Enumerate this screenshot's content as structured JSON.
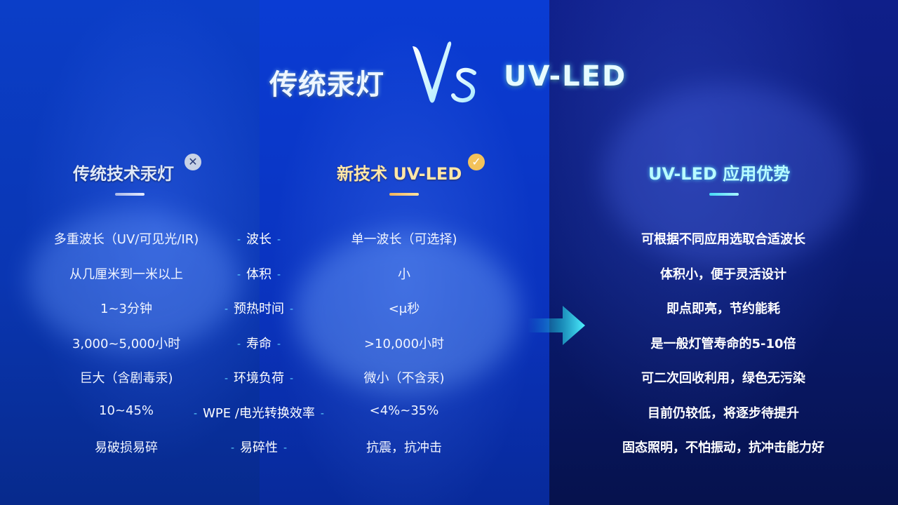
{
  "title": {
    "left": "传统汞灯",
    "right": "UV-LED"
  },
  "columns": {
    "left_header": "传统技术汞灯",
    "mid_header": "新技术 UV-LED",
    "right_header": "UV-LED 应用优势"
  },
  "rows": [
    {
      "traditional": "多重波长（UV/可见光/IR)",
      "label": "波长",
      "uvled": "单一波长（可选择)",
      "advantage": "可根据不同应用选取合适波长"
    },
    {
      "traditional": "从几厘米到一米以上",
      "label": "体积",
      "uvled": "小",
      "advantage": "体积小，便于灵活设计"
    },
    {
      "traditional": "1~3分钟",
      "label": "预热时间",
      "uvled": "<μ秒",
      "advantage": "即点即亮，节约能耗"
    },
    {
      "traditional": "3,000~5,000小时",
      "label": "寿命",
      "uvled": ">10,000小时",
      "advantage": "是一般灯管寿命的5-10倍"
    },
    {
      "traditional": "巨大（含剧毒汞)",
      "label": "环境负荷",
      "uvled": "微小（不含汞)",
      "advantage": "可二次回收利用，绿色无污染"
    },
    {
      "traditional": "10~45%",
      "label": "WPE /电光转换效率",
      "uvled": "<4%~35%",
      "advantage": "目前仍较低，将逐步待提升"
    },
    {
      "traditional": "易破损易碎",
      "label": "易碎性",
      "uvled": "抗震，抗冲击",
      "advantage": "固态照明，不怕振动，抗冲击能力好"
    }
  ],
  "icons": {
    "left_badge": "close-icon",
    "mid_badge": "check-icon",
    "logo": "vs-logo",
    "arrow": "arrow-right-icon"
  },
  "colors": {
    "left_panel": "#0b3ec8",
    "mid_panel": "#0a3cd4",
    "right_panel": "#0a1b74",
    "accent_cyan": "#46d8f5",
    "accent_gold": "#f3c25b"
  }
}
